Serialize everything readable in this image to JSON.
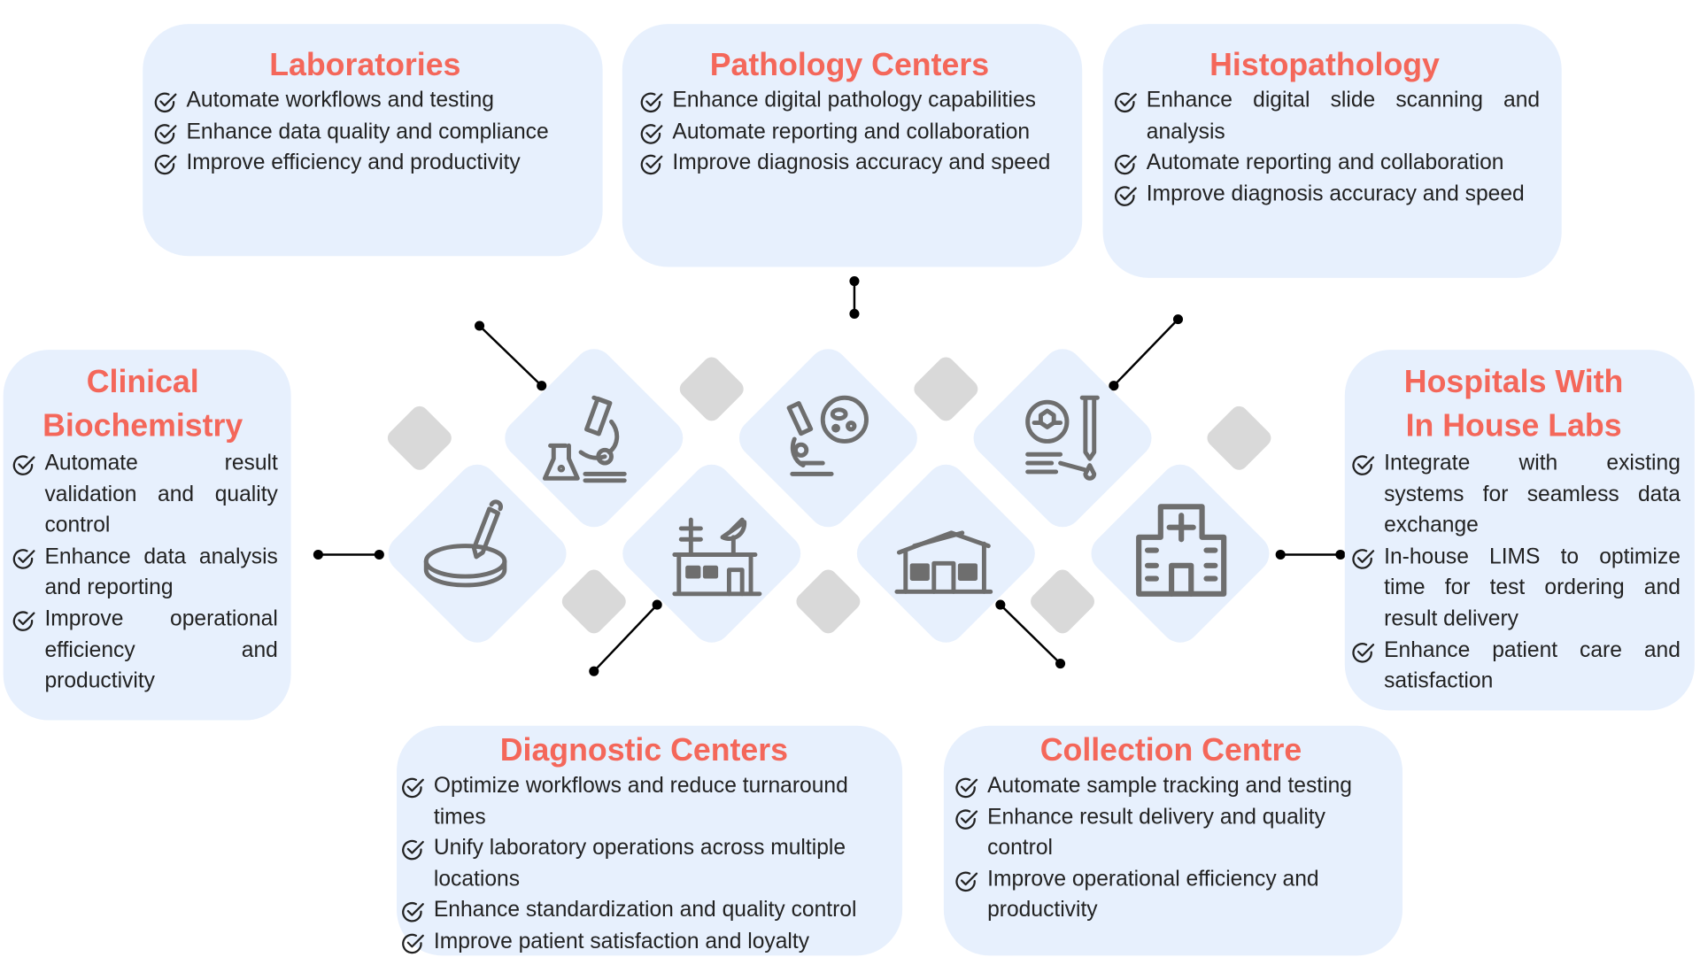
{
  "colors": {
    "title": "#f4675a",
    "box": "#e7f0fd",
    "icon": "#6e6e6e",
    "tile": "#d9d9d9"
  },
  "sections": {
    "laboratories": {
      "title": "Laboratories",
      "items": [
        "Automate workflows and testing",
        "Enhance data quality and compliance",
        "Improve efficiency and productivity"
      ]
    },
    "pathology": {
      "title": "Pathology Centers",
      "items": [
        "Enhance digital pathology capabilities",
        "Automate reporting and collaboration",
        "Improve diagnosis accuracy and speed"
      ]
    },
    "histopathology": {
      "title": "Histopathology",
      "items": [
        "Enhance digital slide scanning and analysis",
        "Automate reporting and collaboration",
        "Improve diagnosis accuracy and speed"
      ]
    },
    "clinical": {
      "title": "Clinical Biochemistry",
      "items": [
        "Automate result validation and quality control",
        "Enhance data analysis and reporting",
        "Improve operational efficiency and productivity"
      ]
    },
    "hospitals": {
      "title": "Hospitals With In House Labs",
      "items": [
        "Integrate with existing systems for seamless data exchange",
        "In-house LIMS to optimize time for test ordering and result delivery",
        "Enhance patient care and satisfaction"
      ]
    },
    "diagnostic": {
      "title": "Diagnostic Centers",
      "items": [
        "Optimize workflows and reduce turnaround times",
        "Unify laboratory operations across multiple locations",
        "Enhance standardization and quality control",
        "Improve patient satisfaction and loyalty"
      ]
    },
    "collection": {
      "title": "Collection Centre",
      "items": [
        "Automate sample tracking and testing",
        "Enhance result delivery and quality control",
        "Improve operational efficiency and productivity"
      ]
    }
  }
}
